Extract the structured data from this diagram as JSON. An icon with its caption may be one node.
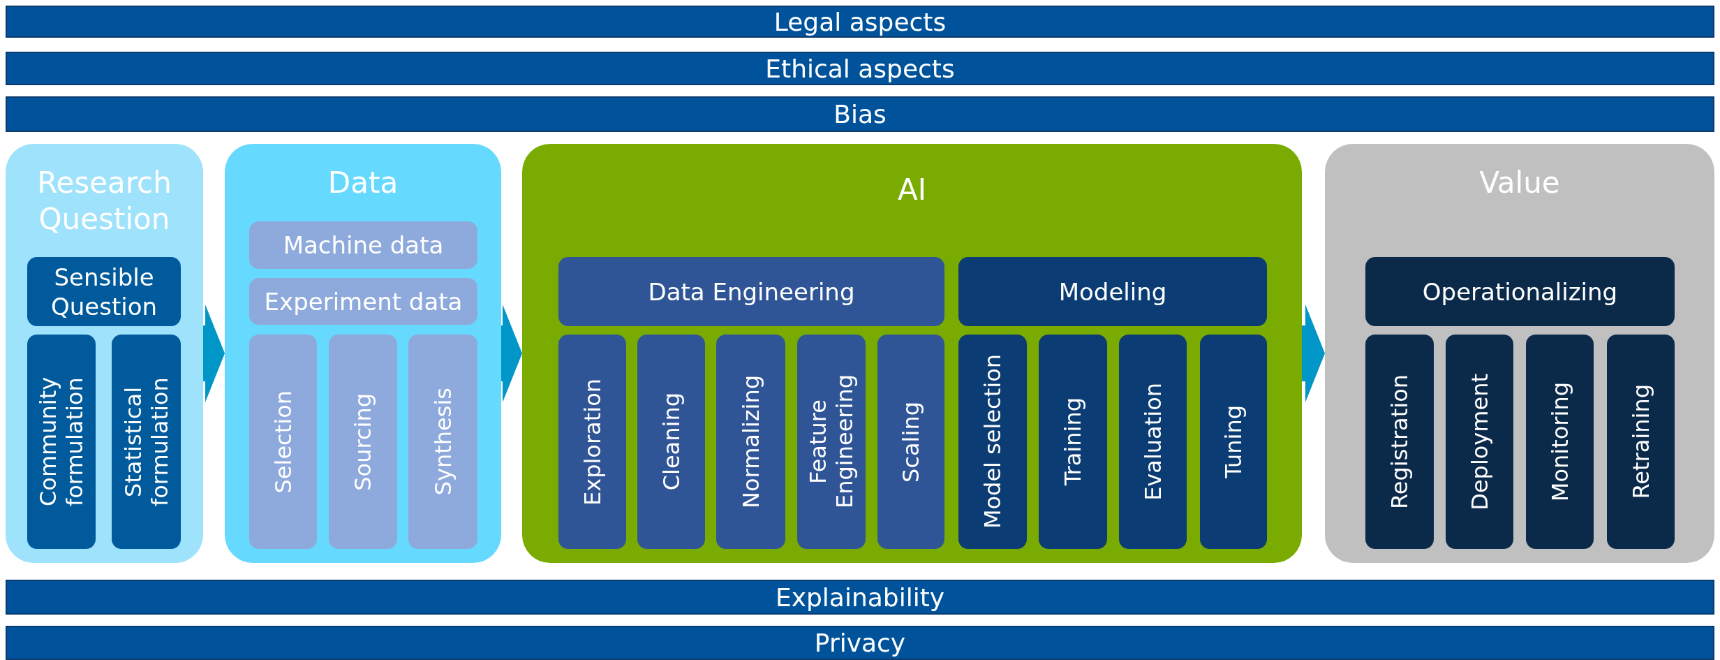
{
  "diagram": {
    "nodes": [
      {
        "text": [
          "Legal aspects"
        ]
      },
      {
        "text": [
          "Ethical aspects"
        ]
      },
      {
        "text": [
          "Bias"
        ]
      },
      {
        "text": [
          "Research Question"
        ]
      },
      {
        "text": [
          "Sensible Question"
        ],
        "in": 3
      },
      {
        "text": [
          "Community formulation"
        ],
        "in": 3
      },
      {
        "text": [
          "Statistical formulation"
        ],
        "in": 3
      },
      {
        "text": [
          "Data"
        ]
      },
      {
        "text": [
          "Machine data"
        ],
        "in": 7
      },
      {
        "text": [
          "Experiment data"
        ],
        "in": 7
      },
      {
        "text": [
          "Selection"
        ],
        "in": 7
      },
      {
        "text": [
          "Sourcing"
        ],
        "in": 7
      },
      {
        "text": [
          "Synthesis"
        ],
        "in": 7
      },
      {
        "text": [
          "AI"
        ]
      },
      {
        "text": [
          "Data Engineering"
        ],
        "in": 13
      },
      {
        "text": [
          "Modeling"
        ],
        "in": 13
      },
      {
        "text": [
          "Exploration"
        ],
        "in": 13
      },
      {
        "text": [
          "Cleaning"
        ],
        "in": 13
      },
      {
        "text": [
          "Normalizing"
        ],
        "in": 13
      },
      {
        "text": [
          "Feature Engineering"
        ],
        "in": 13
      },
      {
        "text": [
          "Scaling"
        ],
        "in": 13
      },
      {
        "text": [
          "Model selection"
        ],
        "in": 13
      },
      {
        "text": [
          "Training"
        ],
        "in": 13
      },
      {
        "text": [
          "Evaluation"
        ],
        "in": 13
      },
      {
        "text": [
          "Tuning"
        ],
        "in": 13
      },
      {
        "text": [
          "Value"
        ]
      },
      {
        "text": [
          "Operationalizing"
        ],
        "in": 25
      },
      {
        "text": [
          "Registration"
        ],
        "in": 25
      },
      {
        "text": [
          "Deployment"
        ],
        "in": 25
      },
      {
        "text": [
          "Monitoring"
        ],
        "in": 25
      },
      {
        "text": [
          "Retraining"
        ],
        "in": 25
      },
      {
        "text": [
          "Explainability"
        ]
      },
      {
        "text": [
          "Privacy"
        ]
      }
    ],
    "edges": [
      {
        "from": 3,
        "to": 7,
        "arrow": "to"
      },
      {
        "from": 7,
        "to": 13,
        "arrow": "to"
      },
      {
        "from": 13,
        "to": 25,
        "arrow": "to"
      }
    ]
  }
}
